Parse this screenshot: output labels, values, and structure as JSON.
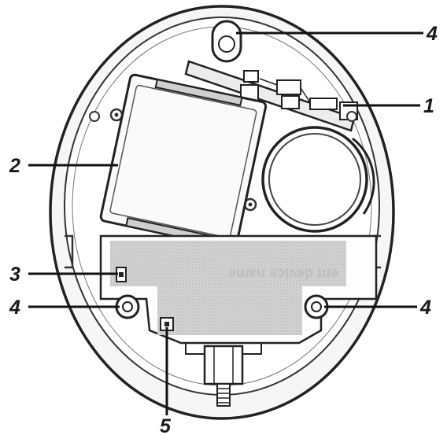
{
  "callouts": [
    {
      "id": "label-1",
      "text": "1"
    },
    {
      "id": "label-2",
      "text": "2"
    },
    {
      "id": "label-3",
      "text": "3"
    },
    {
      "id": "label-4-top",
      "text": "4"
    },
    {
      "id": "label-4-left",
      "text": "4"
    },
    {
      "id": "label-4-right",
      "text": "4"
    },
    {
      "id": "label-5",
      "text": "5"
    }
  ],
  "sticker_text": "ent device name"
}
